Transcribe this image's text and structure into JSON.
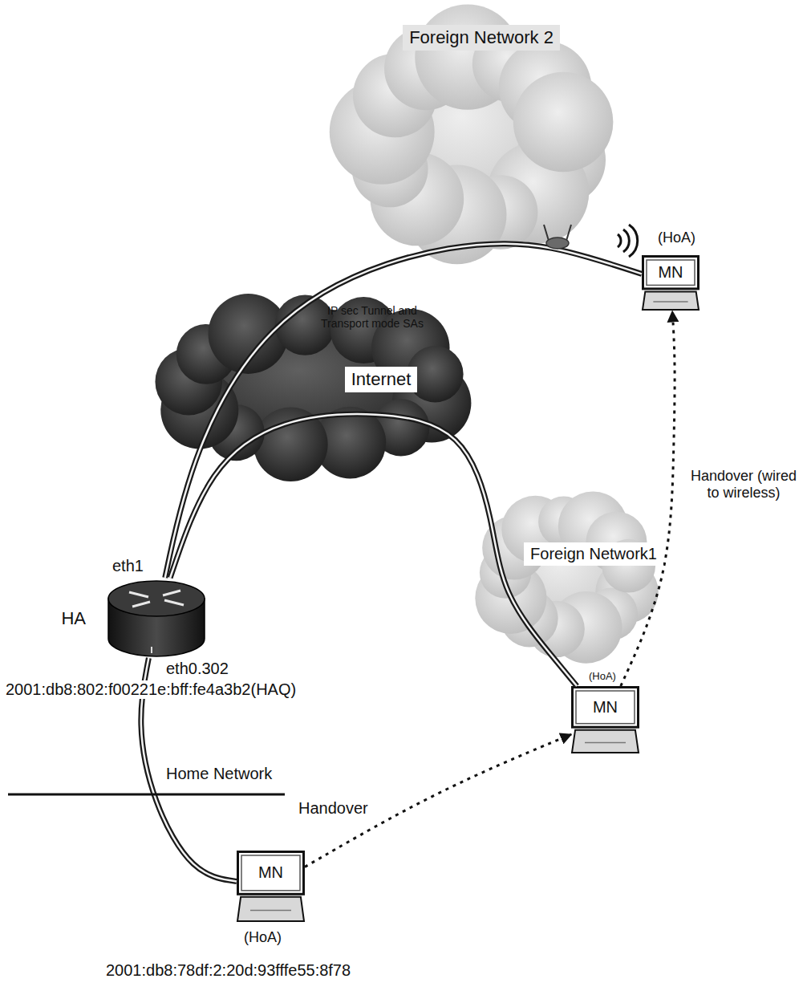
{
  "diagram": {
    "nodes": [
      {
        "text": [
          "Foreign Network 2"
        ]
      },
      {
        "text": [
          "MN"
        ]
      },
      {
        "text": [
          "Internet"
        ]
      },
      {
        "text": [
          "Foreign Network1"
        ]
      },
      {
        "text": [
          "HA"
        ]
      },
      {
        "text": [
          "MN"
        ]
      },
      {
        "text": [
          "MN"
        ]
      }
    ],
    "edges": [
      {
        "from": 4,
        "to": 1,
        "arrow": "none",
        "label": "IP sec Tunnel and Transport mode SAs"
      },
      {
        "from": 4,
        "to": 5,
        "arrow": "none"
      },
      {
        "from": 4,
        "to": 6,
        "arrow": "none"
      },
      {
        "from": 6,
        "to": 5,
        "arrow": "to",
        "label": "Handover"
      },
      {
        "from": 5,
        "to": 1,
        "arrow": "to",
        "label": "Handover (wired to wireless)"
      }
    ],
    "labels": [
      "(HoA)",
      "eth1",
      "eth0.302",
      "2001:db8:802:f00221e:bff:fe4a3b2(HAQ)",
      "(HoA)",
      "Home Network",
      "(HoA)",
      "2001:db8:78df:2:20d:93fffe55:8f78"
    ]
  }
}
